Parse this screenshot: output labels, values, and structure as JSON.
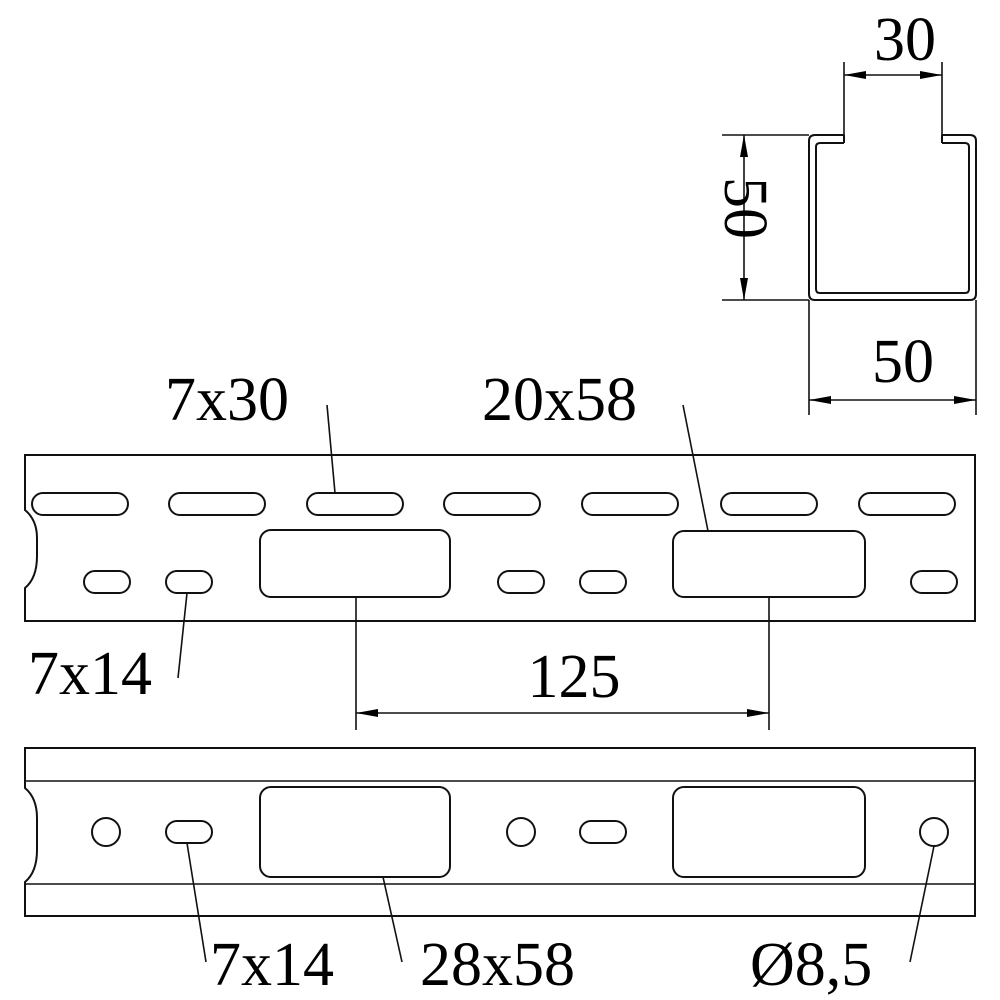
{
  "profile": {
    "top_opening_label": "30",
    "height_label": "50",
    "width_label": "50"
  },
  "strip_top": {
    "slot_long_label": "7x30",
    "window_large_label": "20x58",
    "slot_short_label": "7x14",
    "pitch_label": "125"
  },
  "strip_bottom": {
    "slot_short_label": "7x14",
    "window_large_label": "28x58",
    "hole_round_label": "Ø8,5"
  }
}
